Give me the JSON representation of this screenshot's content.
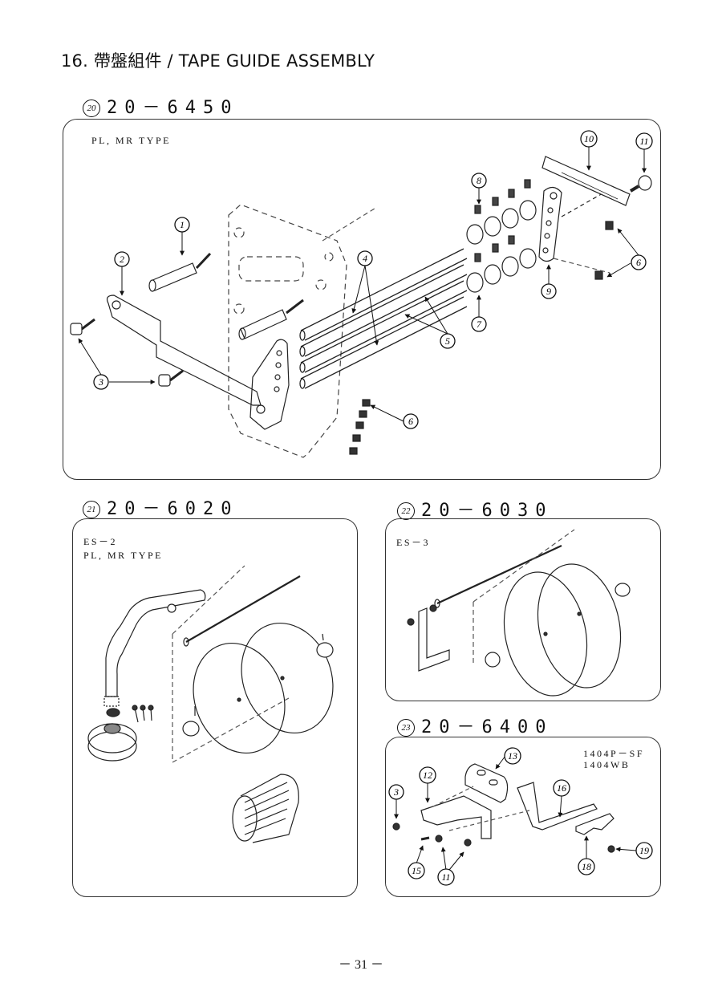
{
  "page_title": "16. 帶盤組件 / TAPE GUIDE ASSEMBLY",
  "page_number": "－ 31 －",
  "sections": [
    {
      "index": "20",
      "part_no": "20－6450",
      "labels": [
        "PL, MR TYPE"
      ]
    },
    {
      "index": "21",
      "part_no": "20－6020",
      "labels": [
        "ES－2",
        "PL, MR TYPE"
      ]
    },
    {
      "index": "22",
      "part_no": "20－6030",
      "labels": [
        "ES－3"
      ]
    },
    {
      "index": "23",
      "part_no": "20－6400",
      "labels": [
        "1404P－SF",
        "1404WB"
      ]
    }
  ],
  "callouts": {
    "s20": [
      "1",
      "2",
      "3",
      "4",
      "5",
      "6",
      "6",
      "7",
      "8",
      "9",
      "10",
      "11"
    ],
    "s23": [
      "3",
      "11",
      "12",
      "13",
      "15",
      "16",
      "18",
      "19"
    ]
  }
}
